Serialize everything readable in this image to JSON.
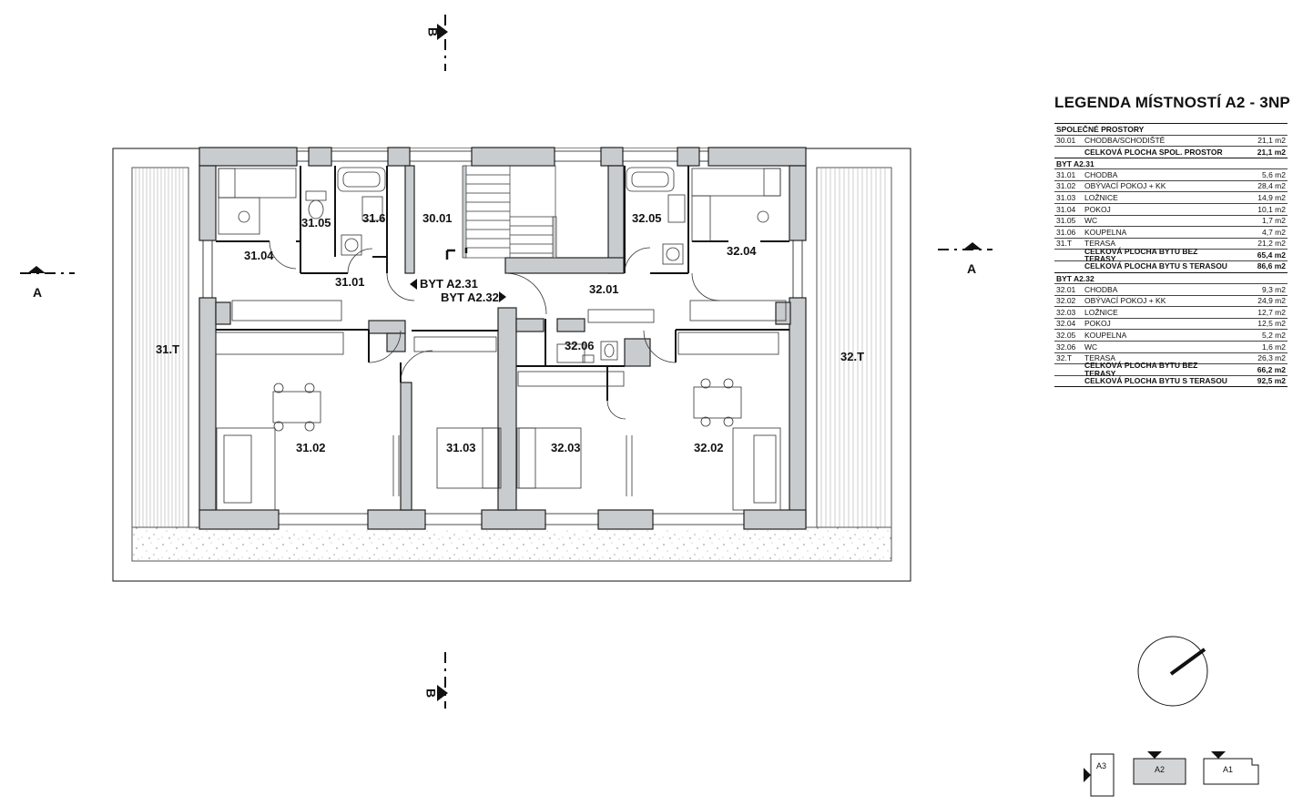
{
  "legend": {
    "title": "LEGENDA MÍSTNOSTÍ A2 - 3NP",
    "groups": [
      {
        "header": "SPOLEČNÉ PROSTORY",
        "rows": [
          {
            "code": "30.01",
            "name": "CHODBA/SCHODIŠTĚ",
            "area": "21,1 m2",
            "total": false
          },
          {
            "code": "",
            "name": "CELKOVÁ PLOCHA SPOL. PROSTOR",
            "area": "21,1 m2",
            "total": true
          }
        ]
      },
      {
        "header": "BYT A2.31",
        "rows": [
          {
            "code": "31.01",
            "name": "CHODBA",
            "area": "5,6 m2",
            "total": false
          },
          {
            "code": "31.02",
            "name": "OBÝVACÍ POKOJ + KK",
            "area": "28,4 m2",
            "total": false
          },
          {
            "code": "31.03",
            "name": "LOŽNICE",
            "area": "14,9 m2",
            "total": false
          },
          {
            "code": "31.04",
            "name": "POKOJ",
            "area": "10,1 m2",
            "total": false
          },
          {
            "code": "31.05",
            "name": "WC",
            "area": "1,7 m2",
            "total": false
          },
          {
            "code": "31.06",
            "name": "KOUPELNA",
            "area": "4,7 m2",
            "total": false
          },
          {
            "code": "31.T",
            "name": "TERASA",
            "area": "21,2 m2",
            "total": false
          },
          {
            "code": "",
            "name": "CELKOVÁ PLOCHA BYTU BEZ TERASY",
            "area": "65,4 m2",
            "total": true
          },
          {
            "code": "",
            "name": "CELKOVÁ PLOCHA BYTU S TERASOU",
            "area": "86,6 m2",
            "total": true
          }
        ]
      },
      {
        "header": "BYT A2.32",
        "rows": [
          {
            "code": "32.01",
            "name": "CHODBA",
            "area": "9,3 m2",
            "total": false
          },
          {
            "code": "32.02",
            "name": "OBÝVACÍ POKOJ + KK",
            "area": "24,9 m2",
            "total": false
          },
          {
            "code": "32.03",
            "name": "LOŽNICE",
            "area": "12,7 m2",
            "total": false
          },
          {
            "code": "32.04",
            "name": "POKOJ",
            "area": "12,5 m2",
            "total": false
          },
          {
            "code": "32.05",
            "name": "KOUPELNA",
            "area": "5,2 m2",
            "total": false
          },
          {
            "code": "32.06",
            "name": "WC",
            "area": "1,6 m2",
            "total": false
          },
          {
            "code": "32.T",
            "name": "TERASA",
            "area": "26,3 m2",
            "total": false
          },
          {
            "code": "",
            "name": "CELKOVÁ PLOCHA BYTU BEZ TERASY",
            "area": "66,2 m2",
            "total": true
          },
          {
            "code": "",
            "name": "CELKOVÁ PLOCHA BYTU S TERASOU",
            "area": "92,5 m2",
            "total": true
          }
        ]
      }
    ]
  },
  "plan": {
    "rooms": {
      "r3104": "31.04",
      "r3105": "31.05",
      "r316": "31.6",
      "r3001": "30.01",
      "r3205": "32.05",
      "r3204": "32.04",
      "r3101": "31.01",
      "r3201": "32.01",
      "r3206": "32.06",
      "r3102": "31.02",
      "r3103": "31.03",
      "r3203": "32.03",
      "r3202": "32.02",
      "r31t": "31.T",
      "r32t": "32.T"
    },
    "byt_a231": "BYT A2.31",
    "byt_a232": "BYT A2.32"
  },
  "section_marks": {
    "a_left": "A",
    "a_right": "A",
    "b_top": "B",
    "b_bottom": "B"
  },
  "key_plan": {
    "labels": [
      "A3",
      "A2",
      "A1"
    ]
  }
}
